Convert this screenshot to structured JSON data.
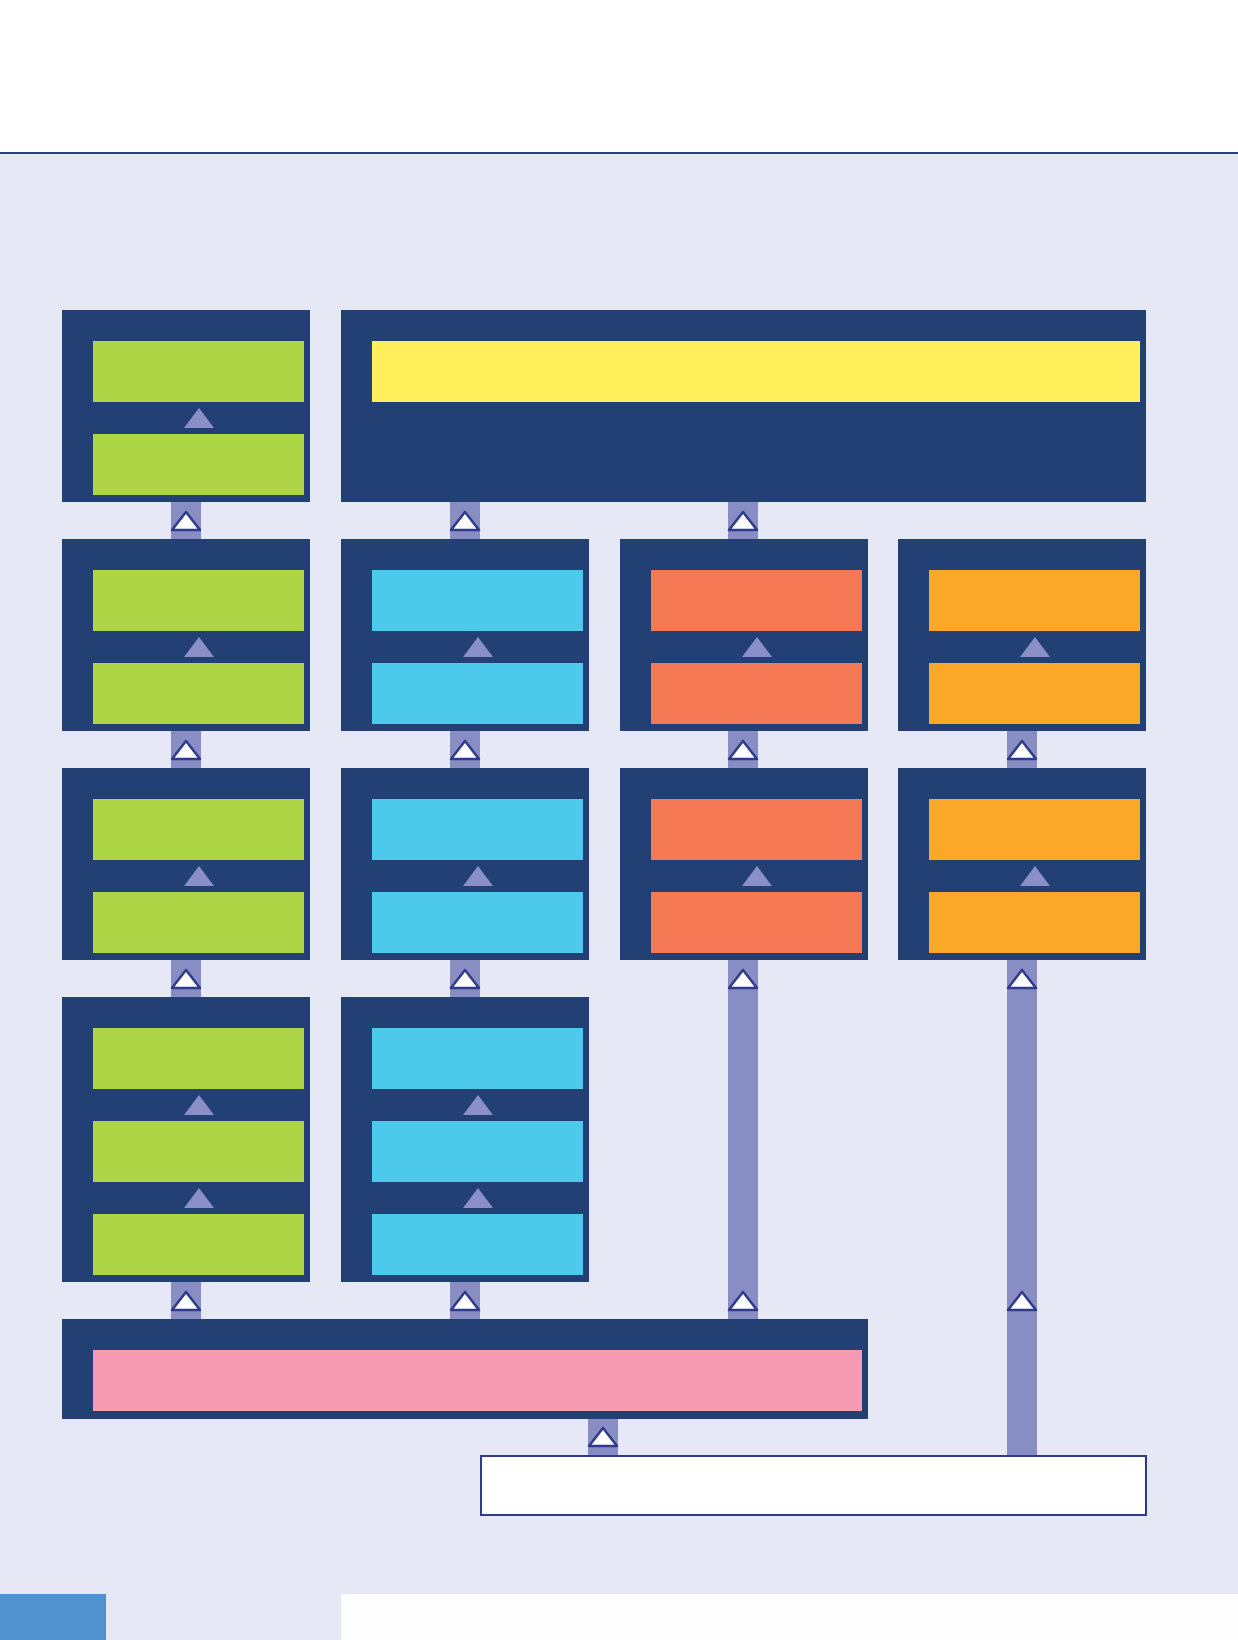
{
  "palette": {
    "frame": "#234075",
    "connector": "#888ec3",
    "green": "#aed545",
    "yellow": "#fff05b",
    "blue": "#4dcaeb",
    "coral": "#f57955",
    "amber": "#fba728",
    "pink": "#f69ab3",
    "base": "#ffffff"
  },
  "icons": {
    "inner_arrow": "triangle-up-icon",
    "connector_arrow": "outlined-triangle-up-icon"
  },
  "modules": [
    {
      "id": "m1",
      "cells": [
        {
          "color": "green",
          "label": ""
        },
        {
          "color": "green",
          "label": ""
        }
      ]
    },
    {
      "id": "m2",
      "cells": [
        {
          "color": "yellow",
          "label": ""
        }
      ]
    },
    {
      "id": "m3",
      "cells": [
        {
          "color": "green",
          "label": ""
        },
        {
          "color": "green",
          "label": ""
        }
      ]
    },
    {
      "id": "m4",
      "cells": [
        {
          "color": "blue",
          "label": ""
        },
        {
          "color": "blue",
          "label": ""
        }
      ]
    },
    {
      "id": "m5",
      "cells": [
        {
          "color": "coral",
          "label": ""
        },
        {
          "color": "coral",
          "label": ""
        }
      ]
    },
    {
      "id": "m6",
      "cells": [
        {
          "color": "amber",
          "label": ""
        },
        {
          "color": "amber",
          "label": ""
        }
      ]
    },
    {
      "id": "m7",
      "cells": [
        {
          "color": "green",
          "label": ""
        },
        {
          "color": "green",
          "label": ""
        }
      ]
    },
    {
      "id": "m8",
      "cells": [
        {
          "color": "blue",
          "label": ""
        },
        {
          "color": "blue",
          "label": ""
        }
      ]
    },
    {
      "id": "m9",
      "cells": [
        {
          "color": "coral",
          "label": ""
        },
        {
          "color": "coral",
          "label": ""
        }
      ]
    },
    {
      "id": "m10",
      "cells": [
        {
          "color": "amber",
          "label": ""
        },
        {
          "color": "amber",
          "label": ""
        }
      ]
    },
    {
      "id": "m11",
      "cells": [
        {
          "color": "green",
          "label": ""
        },
        {
          "color": "green",
          "label": ""
        },
        {
          "color": "green",
          "label": ""
        }
      ]
    },
    {
      "id": "m12",
      "cells": [
        {
          "color": "blue",
          "label": ""
        },
        {
          "color": "blue",
          "label": ""
        },
        {
          "color": "blue",
          "label": ""
        }
      ]
    },
    {
      "id": "m13",
      "cells": [
        {
          "color": "pink",
          "label": ""
        }
      ]
    }
  ],
  "base_box": {
    "label": ""
  },
  "connectors": [
    {
      "from": "m3",
      "to": "m1"
    },
    {
      "from": "m4",
      "to": "m2"
    },
    {
      "from": "m5",
      "to": "m2"
    },
    {
      "from": "m7",
      "to": "m3"
    },
    {
      "from": "m8",
      "to": "m4"
    },
    {
      "from": "m9",
      "to": "m5"
    },
    {
      "from": "m10",
      "to": "m6"
    },
    {
      "from": "m11",
      "to": "m7"
    },
    {
      "from": "m12",
      "to": "m8"
    },
    {
      "from": "m13",
      "to": "m11"
    },
    {
      "from": "m13",
      "to": "m12"
    },
    {
      "from": "m13",
      "to": "m9"
    },
    {
      "from": "base_box",
      "to": "m13"
    },
    {
      "from": "base_box",
      "to": "m10"
    }
  ]
}
